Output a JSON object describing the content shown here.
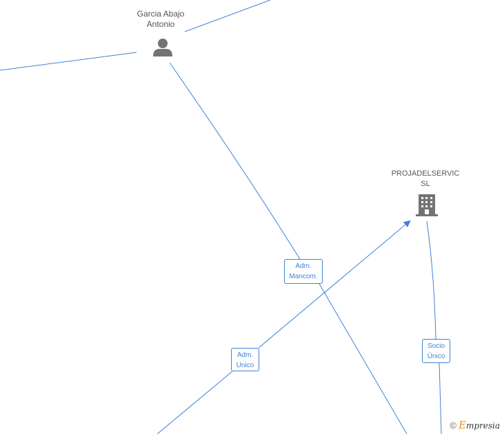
{
  "nodes": {
    "person": {
      "name": "Garcia Abajo\nAntonio",
      "icon": "person-icon"
    },
    "company": {
      "name": "PROJADELSERVIC\nSL",
      "icon": "building-icon"
    }
  },
  "edges": {
    "adm_mancom": {
      "label": "Adm.\nMancom."
    },
    "adm_unico": {
      "label": "Adm.\nUnico"
    },
    "socio_unico": {
      "label": "Socio\nÚnico"
    }
  },
  "watermark": {
    "symbol": "©",
    "brand_initial": "E",
    "brand_rest": "mpresia"
  },
  "colors": {
    "edge": "#3d82d6",
    "icon": "#737373",
    "label_text": "#555555"
  }
}
